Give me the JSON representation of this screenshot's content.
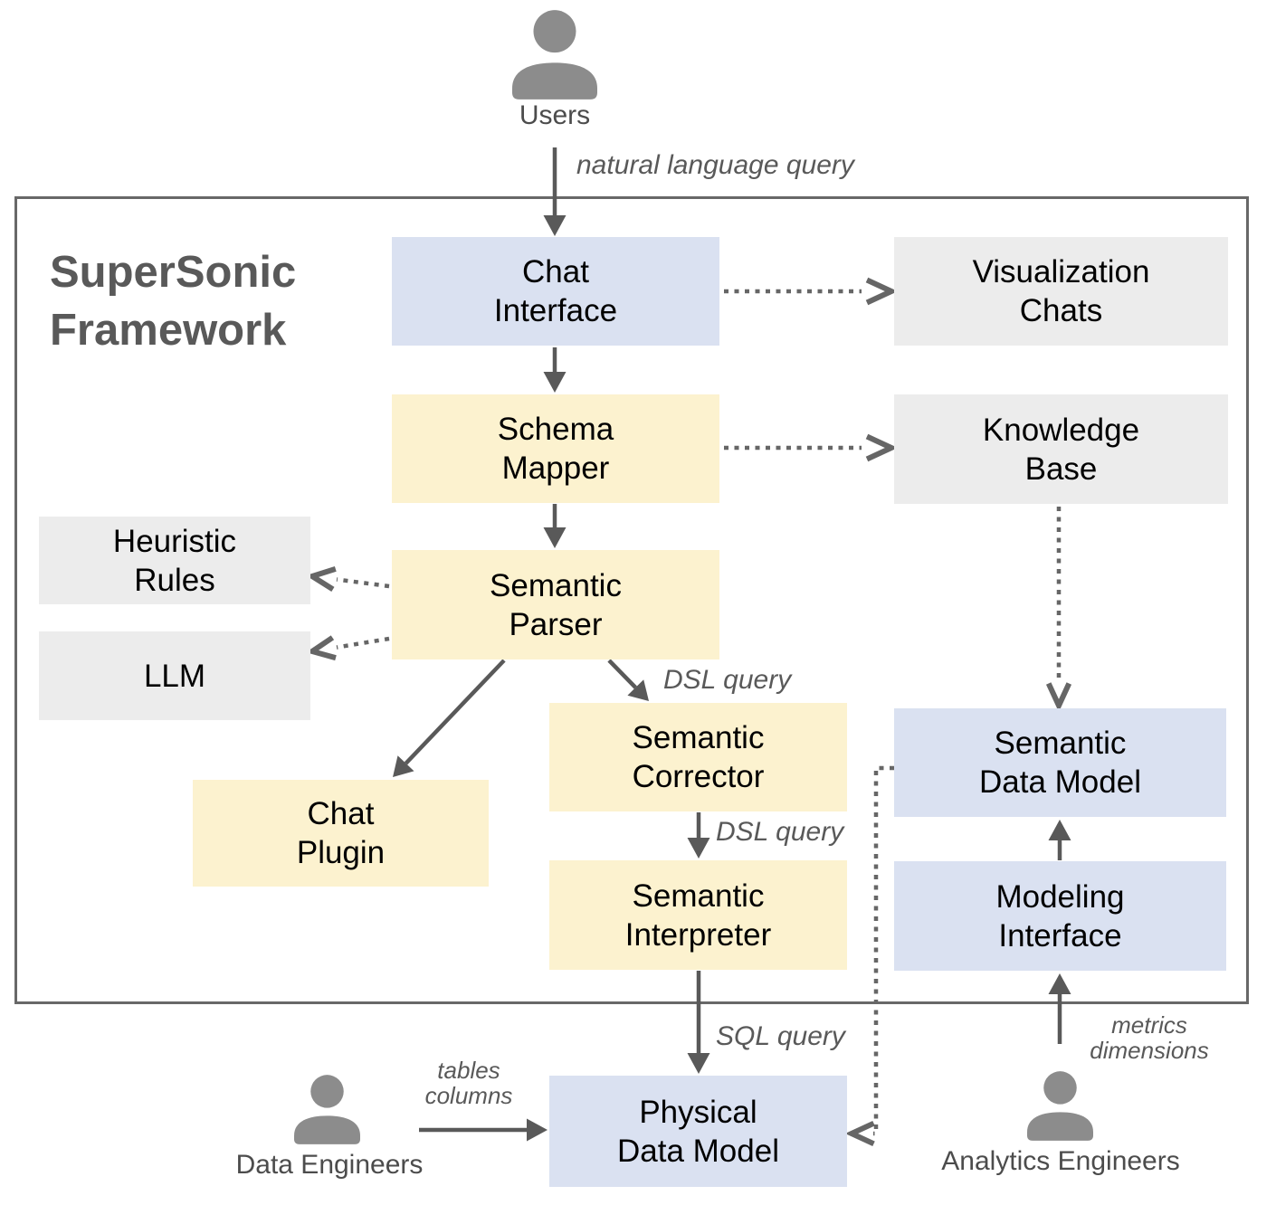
{
  "diagram_title": "SuperSonic\nFramework",
  "actors": {
    "users": "Users",
    "data_engineers": "Data Engineers",
    "analytics_engineers": "Analytics Engineers"
  },
  "nodes": {
    "chat_interface": "Chat\nInterface",
    "visualization_chats": "Visualization\nChats",
    "schema_mapper": "Schema\nMapper",
    "knowledge_base": "Knowledge\nBase",
    "semantic_parser": "Semantic\nParser",
    "heuristic_rules": "Heuristic\nRules",
    "llm": "LLM",
    "chat_plugin": "Chat\nPlugin",
    "semantic_corrector": "Semantic\nCorrector",
    "semantic_interpreter": "Semantic\nInterpreter",
    "semantic_data_model": "Semantic\nData Model",
    "modeling_interface": "Modeling\nInterface",
    "physical_data_model": "Physical\nData Model"
  },
  "edge_labels": {
    "natural_language_query": "natural language query",
    "dsl_query_parser_to_corrector": "DSL query",
    "dsl_query_corrector_to_interpreter": "DSL query",
    "sql_query": "SQL query",
    "tables_columns": "tables\ncolumns",
    "metrics_dimensions": "metrics\ndimensions"
  },
  "colors": {
    "interface_node_fill": "#dae1f1",
    "component_node_fill": "#fcf2cf",
    "external_node_fill": "#ececec",
    "solid_line": "#595959",
    "dotted_line": "#666666",
    "frame_border": "#686868",
    "node_text": "#000000",
    "annotation_text": "#595959",
    "person_icon": "#8c8c8c"
  }
}
